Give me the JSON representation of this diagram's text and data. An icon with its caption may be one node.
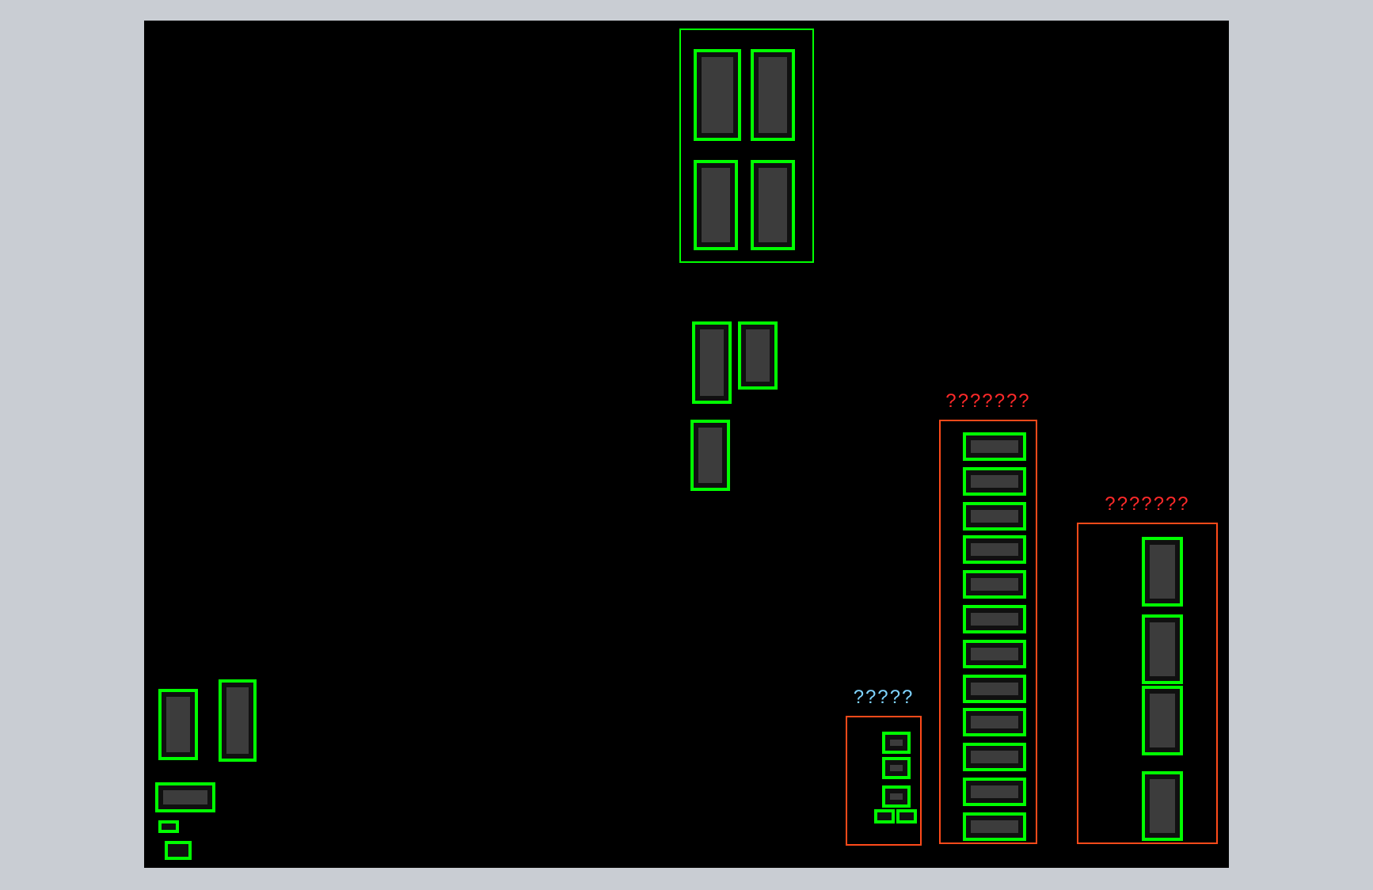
{
  "diagram": {
    "nodes": [
      {
        "text": [],
        "shape": "box"
      },
      {
        "text": [],
        "shape": "box",
        "in": 0
      },
      {
        "text": [],
        "shape": "box",
        "in": 0
      },
      {
        "text": [],
        "shape": "box",
        "in": 0
      },
      {
        "text": [],
        "shape": "box",
        "in": 0
      },
      {
        "text": [],
        "shape": "box"
      },
      {
        "text": [],
        "shape": "box"
      },
      {
        "text": [],
        "shape": "box"
      },
      {
        "text": [
          "???????"
        ]
      },
      {
        "text": [],
        "shape": "box",
        "in": 8
      },
      {
        "text": [],
        "shape": "box",
        "in": 8
      },
      {
        "text": [],
        "shape": "box",
        "in": 8
      },
      {
        "text": [],
        "shape": "box",
        "in": 8
      },
      {
        "text": [],
        "shape": "box",
        "in": 8
      },
      {
        "text": [],
        "shape": "box",
        "in": 8
      },
      {
        "text": [],
        "shape": "box",
        "in": 8
      },
      {
        "text": [],
        "shape": "box",
        "in": 8
      },
      {
        "text": [],
        "shape": "box",
        "in": 8
      },
      {
        "text": [],
        "shape": "box",
        "in": 8
      },
      {
        "text": [],
        "shape": "box",
        "in": 8
      },
      {
        "text": [],
        "shape": "box",
        "in": 8
      },
      {
        "text": [
          "???????"
        ]
      },
      {
        "text": [],
        "shape": "box",
        "in": 21
      },
      {
        "text": [],
        "shape": "box",
        "in": 21
      },
      {
        "text": [],
        "shape": "box",
        "in": 21
      },
      {
        "text": [],
        "shape": "box",
        "in": 21
      },
      {
        "text": [
          "?????"
        ]
      },
      {
        "text": [],
        "shape": "box",
        "in": 26
      },
      {
        "text": [],
        "shape": "box",
        "in": 26
      },
      {
        "text": [],
        "shape": "box",
        "in": 26
      },
      {
        "text": [],
        "shape": "box",
        "in": 26
      },
      {
        "text": [],
        "shape": "box",
        "in": 26
      },
      {
        "text": [],
        "shape": "box"
      },
      {
        "text": [],
        "shape": "box"
      },
      {
        "text": [],
        "shape": "box"
      },
      {
        "text": [],
        "shape": "box"
      },
      {
        "text": [],
        "shape": "box"
      }
    ]
  }
}
